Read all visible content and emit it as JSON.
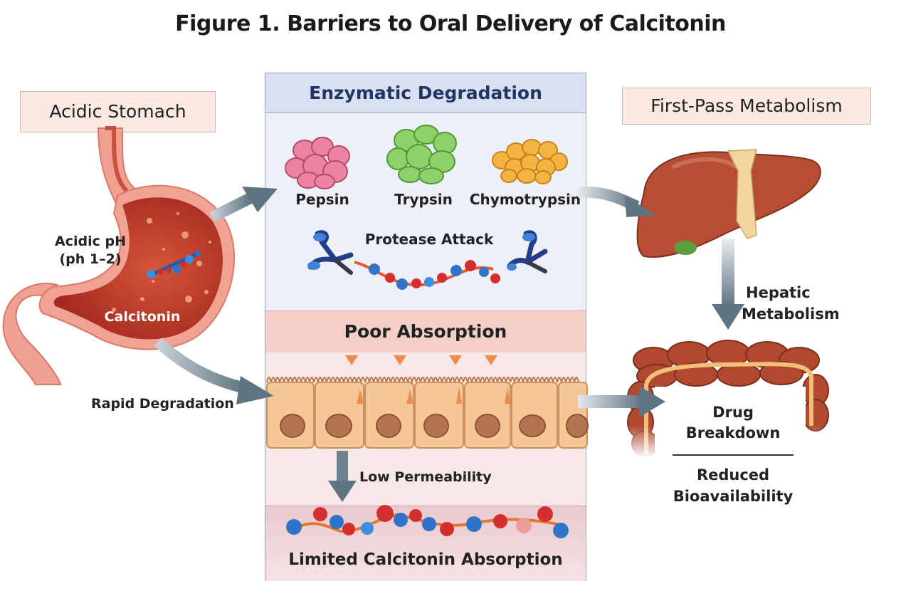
{
  "figure": {
    "title": "Figure 1. Barriers to Oral Delivery of Calcitonin"
  },
  "stomach": {
    "header": "Acidic Stomach",
    "ph_label_line1": "Acidic pH",
    "ph_label_line2": "(ph 1–2)",
    "drug_label": "Calcitonin",
    "degradation_label": "Rapid Degradation"
  },
  "enzymatic": {
    "header": "Enzymatic Degradation",
    "enzymes": [
      {
        "name": "Pepsin",
        "color": "#e9789a"
      },
      {
        "name": "Trypsin",
        "color": "#8fd06a"
      },
      {
        "name": "Chymotrypsin",
        "color": "#f3b240"
      }
    ],
    "attack_label": "Protease Attack"
  },
  "absorption": {
    "header": "Poor Absorption",
    "permeability_label": "Low Permeability",
    "result_label": "Limited Calcitonin Absorption"
  },
  "first_pass": {
    "header": "First-Pass Metabolism",
    "hepatic_line1": "Hepatic",
    "hepatic_line2": "Metabolism",
    "breakdown_line1": "Drug",
    "breakdown_line2": "Breakdown",
    "outcome_line1": "Reduced",
    "outcome_line2": "Bioavailability"
  },
  "colors": {
    "arrow": "#5f7482",
    "stomach_fill": "#c0392b",
    "stomach_wall": "#f2a293",
    "liver": "#b24a32",
    "intestine": "#b0492f",
    "peptide_red": "#d32f2f",
    "peptide_blue": "#2f74c9"
  }
}
